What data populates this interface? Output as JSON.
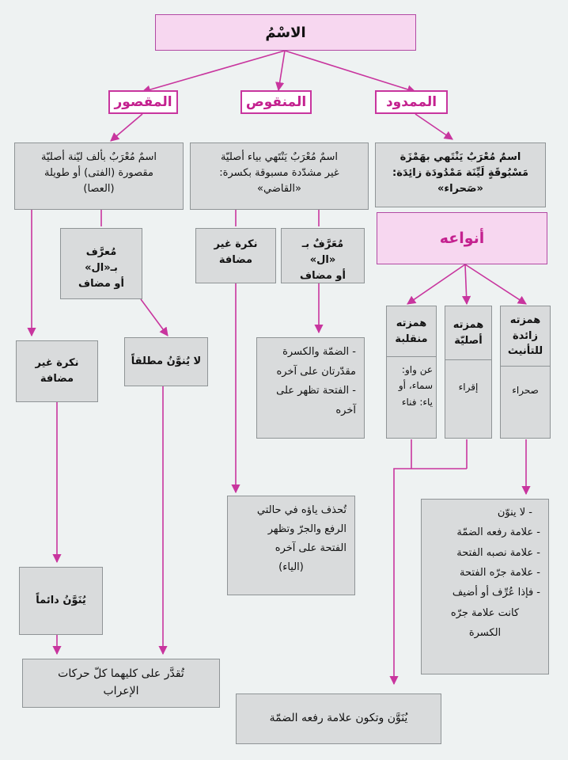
{
  "root": {
    "label": "الاسْمُ"
  },
  "branches": {
    "maqsur": "المقصور",
    "manqus": "المنقوص",
    "mamdud": "الممدود"
  },
  "maqsur": {
    "definition": [
      "اسمٌ مُعْرَبٌ بألف ليّنة أصليّة",
      "مقصورة (الفتى) أو طويلة",
      "(العصا)"
    ],
    "defined": [
      "مُعرَّف بـ«ال»",
      "أو مضاف"
    ],
    "indef": [
      "نكرة غير",
      "مضافة"
    ],
    "no_tanwin": "لا يُنوَّنُ مطلقاً",
    "tanwin": "يُنَوَّنُ دائماً",
    "estimated": [
      "تُقدَّر على كليهما كلّ حركات",
      "الإعراب"
    ]
  },
  "manqus": {
    "definition": [
      "اسمٌ مُعْرَبٌ يَنْتَهي بياء أصليّة",
      "غير مشدّدة مسبوقة بكسرة:",
      "«القاضي»"
    ],
    "defined": [
      "مُعَرَّفٌ بـ «ال»",
      "أو مضاف"
    ],
    "indef": [
      "نكرة غير",
      "مضافة"
    ],
    "rule_defined": [
      "- الضمّة والكسرة",
      "مقدّرتان على آخره",
      "- الفتحة تظهر على",
      "آخره"
    ],
    "rule_indef": [
      "تُحذف ياؤه في حالتي",
      "الرفع والجرّ وتظهر",
      "الفتحة على آخره",
      "(الياء)"
    ]
  },
  "mamdud": {
    "definition": [
      "اسمٌ مُعْرَبٌ يَنْتَهي بهَمْزَة",
      "مَسْبُوقَةٍ لَيِّنَة مَمْدُودَة زائِدَة:",
      "«صَحراء»"
    ],
    "types_title": "أنواعه",
    "types": {
      "ziyada": {
        "title": [
          "همزته",
          "زائدة",
          "للتأنيث"
        ],
        "example": "صحراء"
      },
      "asliyya": {
        "title": [
          "همزته",
          "أصليّة"
        ],
        "example": "إقراء"
      },
      "munqaliba": {
        "title": [
          "همزته",
          "منقلبة"
        ],
        "example": [
          "عن واو:",
          "سماء، أو",
          "ياء: فناء"
        ]
      }
    },
    "rules_ziyada": [
      "- لا ينوّن",
      "- علامة رفعه الضمّة",
      "- علامة نصبه الفتحة",
      "- علامة جرّه الفتحة",
      "- فإذا عُرِّف أو أضيف"
    ],
    "rules_ziyada_tail": [
      "كانت علامة جرّه",
      "الكسرة"
    ],
    "rule_others": "يُنَوَّن وتكون علامة رفعه الضمّة"
  },
  "colors": {
    "accent": "#c4218f",
    "arrow": "#c8359e",
    "box": "#d9dbdc",
    "pink_box": "#f7d7f0"
  }
}
